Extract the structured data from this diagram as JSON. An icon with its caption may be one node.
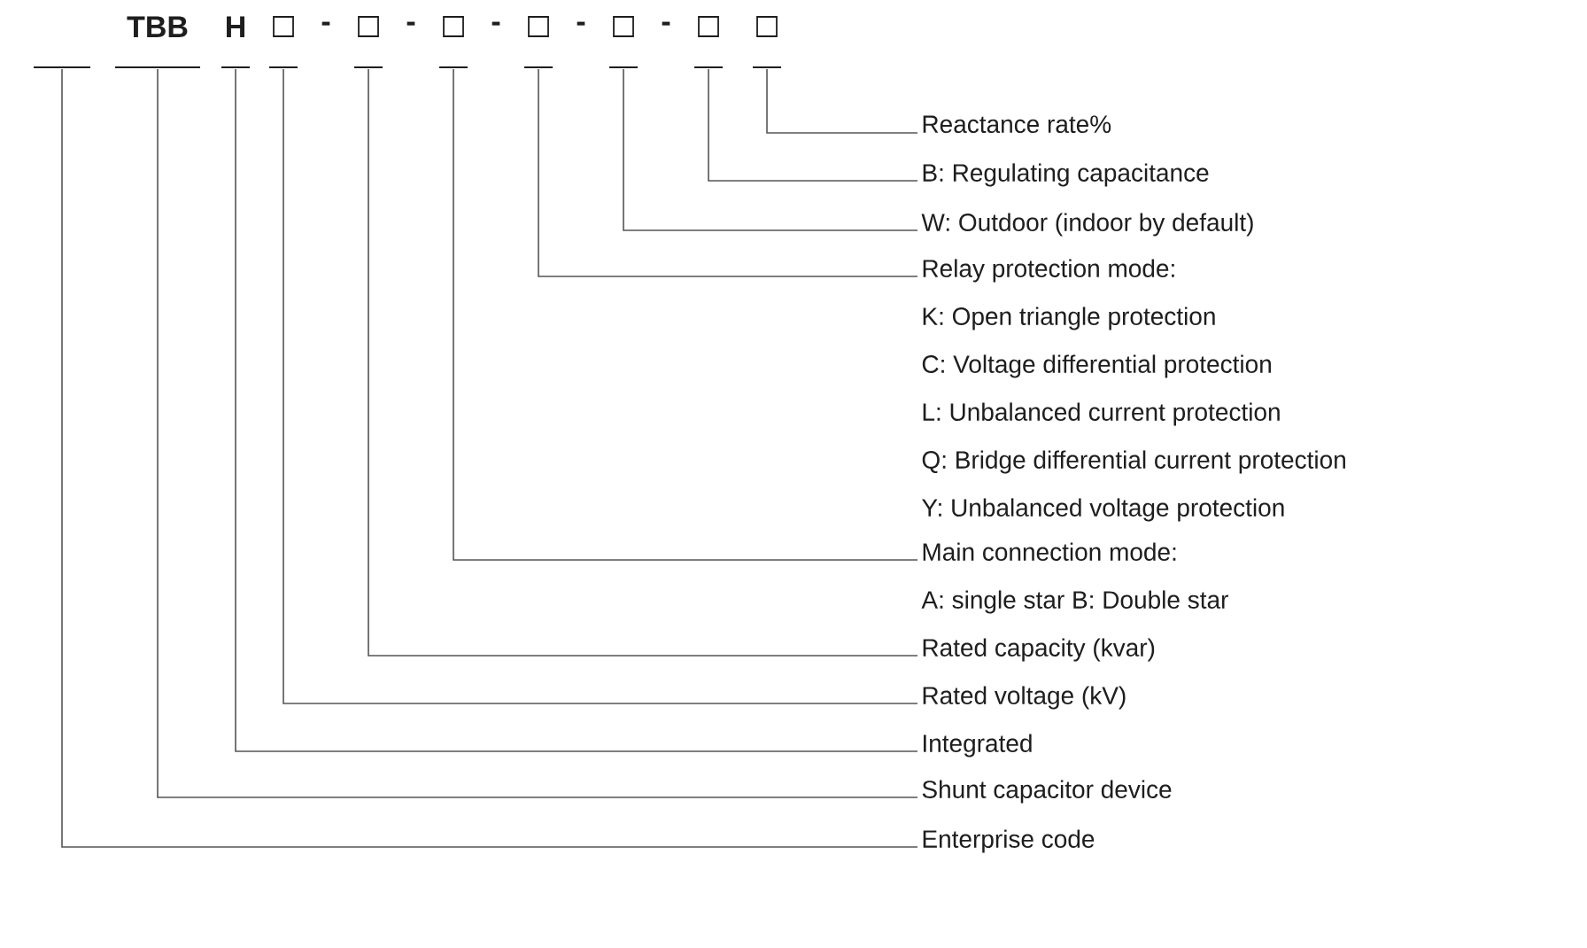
{
  "diagram": {
    "nodes": [
      {
        "text": [],
        "shape": "bar"
      },
      {
        "text": [
          "TBB"
        ]
      },
      {
        "text": [
          "H"
        ]
      },
      {
        "text": [],
        "shape": "box"
      },
      {
        "text": [],
        "shape": "box"
      },
      {
        "text": [],
        "shape": "box"
      },
      {
        "text": [],
        "shape": "box"
      },
      {
        "text": [],
        "shape": "box"
      },
      {
        "text": [],
        "shape": "box"
      },
      {
        "text": [],
        "shape": "box"
      },
      {
        "text": [
          "Reactance rate%"
        ]
      },
      {
        "text": [
          "B: Regulating capacitance"
        ]
      },
      {
        "text": [
          "W: Outdoor (indoor by default)"
        ]
      },
      {
        "text": [
          "Relay protection mode:",
          "K: Open triangle protection",
          "C: Voltage differential protection",
          "L: Unbalanced current protection",
          "Q: Bridge differential current protection",
          "Y: Unbalanced voltage protection"
        ]
      },
      {
        "text": [
          "Main connection mode:",
          "A: single star B: Double star"
        ]
      },
      {
        "text": [
          "Rated capacity (kvar)"
        ]
      },
      {
        "text": [
          "Rated voltage (kV)"
        ]
      },
      {
        "text": [
          "Integrated"
        ]
      },
      {
        "text": [
          "Shunt capacitor device"
        ]
      },
      {
        "text": [
          "Enterprise code"
        ]
      }
    ],
    "edges": [
      {
        "from": 9,
        "to": 10,
        "arrow": "none"
      },
      {
        "from": 8,
        "to": 11,
        "arrow": "none"
      },
      {
        "from": 7,
        "to": 12,
        "arrow": "none"
      },
      {
        "from": 6,
        "to": 13,
        "arrow": "none"
      },
      {
        "from": 5,
        "to": 14,
        "arrow": "none"
      },
      {
        "from": 4,
        "to": 15,
        "arrow": "none"
      },
      {
        "from": 3,
        "to": 16,
        "arrow": "none"
      },
      {
        "from": 2,
        "to": 17,
        "arrow": "none"
      },
      {
        "from": 1,
        "to": 18,
        "arrow": "none"
      },
      {
        "from": 0,
        "to": 19,
        "arrow": "none"
      }
    ],
    "labels": [
      "-",
      "-",
      "-",
      "-",
      "-"
    ]
  }
}
